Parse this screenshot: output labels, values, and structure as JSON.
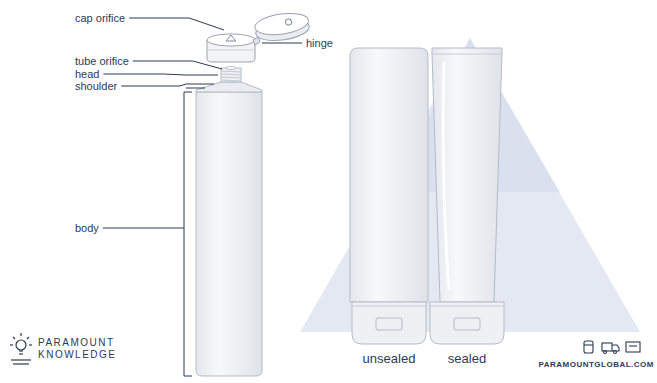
{
  "diagram": {
    "labels": [
      "cap orifice",
      "hinge",
      "tube orifice",
      "head",
      "shoulder",
      "body",
      "unsealed",
      "sealed",
      "PARAMOUNT KNOWLEDGE",
      "PARAMOUNTGLOBAL.COM"
    ]
  }
}
